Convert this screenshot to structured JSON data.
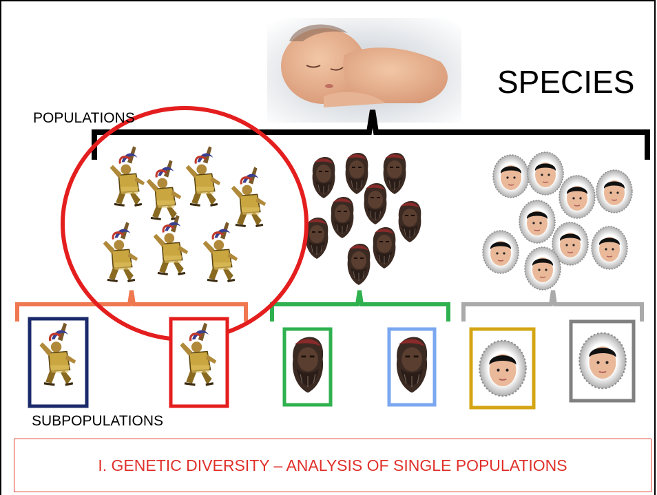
{
  "labels": {
    "species": "SPECIES",
    "populations": "POPULATIONS",
    "subpopulations": "SUBPOPULATIONS"
  },
  "caption": "I. GENETIC DIVERSITY – ANALYSIS OF SINGLE POPULATIONS",
  "colors": {
    "species_bracket": "#000000",
    "group1_bracket": "#f07850",
    "group2_bracket": "#2fb14f",
    "group3_bracket": "#aaaaaa",
    "highlight_circle": "#e41e1e",
    "sub1_box": "#1b2a6b",
    "sub2_box": "#e41e1e",
    "sub3_box": "#2fb14f",
    "sub4_box": "#7ba7f0",
    "sub5_box": "#d4a514",
    "sub6_box": "#808080",
    "caption_text": "#e0302a"
  },
  "icons": {
    "species": "sleeping-baby-photo",
    "population1": "dancing-warrior-figure",
    "population2": "bearded-man-head",
    "population3": "fur-hooded-face"
  }
}
